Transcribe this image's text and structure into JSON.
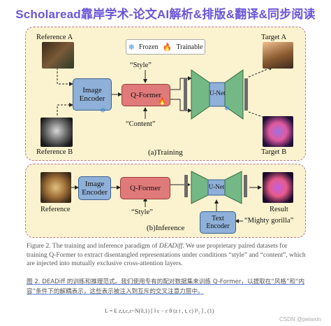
{
  "banner": "Scholaread靠岸学术-论文AI解析&排版&翻译&同步阅读",
  "legend": {
    "frozen": "Frozen",
    "trainable": "Trainable"
  },
  "training": {
    "ref_a": "Reference A",
    "ref_b": "Reference B",
    "target_a": "Target A",
    "target_b": "Target B",
    "image_encoder": "Image\nEncoder",
    "qformer": "Q-Former",
    "unet": "U-Net",
    "style": "“Style”",
    "content": "“Content”",
    "panel_label": "(a)Training"
  },
  "inference": {
    "reference": "Reference",
    "result": "Result",
    "image_encoder": "Image\nEncoder",
    "qformer": "Q-Former",
    "unet": "U-Net",
    "style": "“Style”",
    "text_encoder": "Text\nEncoder",
    "prompt": "“Mighty gorilla”",
    "panel_label": "(b)Inference"
  },
  "caption": {
    "prefix": "Figure 2. The training and inference paradigm of ",
    "italic": "DEADiff",
    "rest": ". We use proprietary paired datasets for training Q-Former to extract disentangled representations under conditions “style” and “content”, which are injected into mutually exclusive cross-attention layers."
  },
  "translation": "图 2. DEADiff 的训练和推理范式。我们使用专有的配对数据集来训练 Q-Former，以提取在“风格”和“内容”条件下的解耦表示，这些表示被注入到互斥的交叉注意力层中。",
  "formula": "L = E z,t,c,ε~N(0,1) [ ‖ ε − ε θ (z t , t, c) ‖²₂ ] ,      (1)",
  "watermark": "CSDN @peiwxin"
}
